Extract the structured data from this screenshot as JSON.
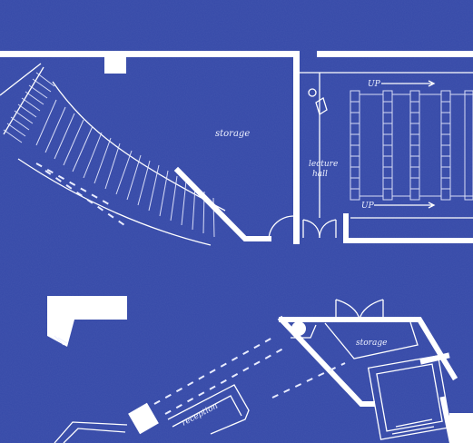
{
  "colors": {
    "background": "#3549a8",
    "walls": "#ffffff",
    "sketch": "#e9ecff"
  },
  "rooms": {
    "storage_top": "storage",
    "lecture_hall_line1": "lecture",
    "lecture_hall_line2": "hall",
    "reception": "reception",
    "storage_bottom": "storage"
  },
  "markers": {
    "up_top": "UP",
    "up_bottom": "UP"
  }
}
